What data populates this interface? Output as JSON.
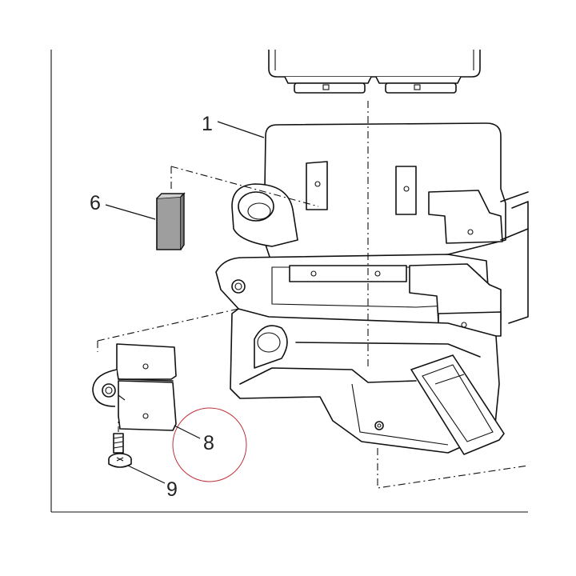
{
  "callouts": {
    "part_1": "1",
    "part_6": "6",
    "part_8": "8",
    "part_9": "9"
  },
  "colors": {
    "line": "#111111",
    "pad_fill": "#9e9e9e",
    "highlight_circle": "#c0303a",
    "background": "#ffffff"
  }
}
